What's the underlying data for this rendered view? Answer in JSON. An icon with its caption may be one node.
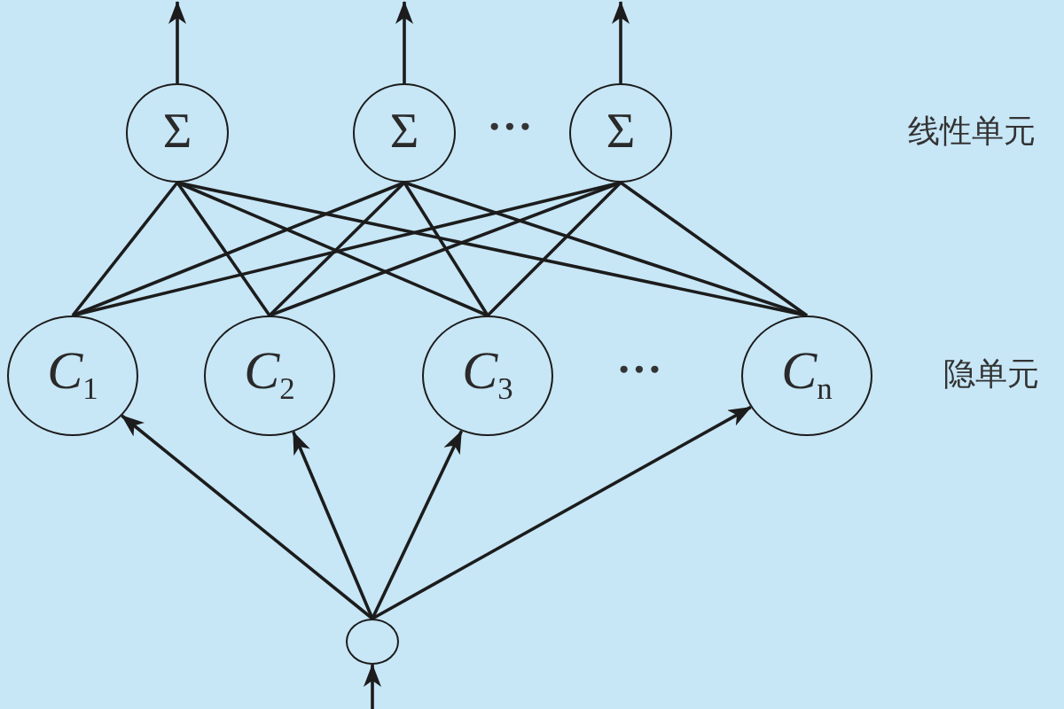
{
  "diagram": {
    "nodes": [
      {
        "text": [
          "Σ"
        ]
      },
      {
        "text": [
          "Σ"
        ]
      },
      {
        "text": [
          "Σ"
        ]
      },
      {
        "text": [
          "*C*$_{1}$"
        ]
      },
      {
        "text": [
          "*C*$_{2}$"
        ]
      },
      {
        "text": [
          "*C*$_{3}$"
        ]
      },
      {
        "text": [
          "*C*$_{n}$"
        ]
      },
      {
        "text": [],
        "shape": "circle"
      }
    ],
    "edges": [
      {
        "from": 0,
        "to": null,
        "arrow": "to"
      },
      {
        "from": 1,
        "to": null,
        "arrow": "to"
      },
      {
        "from": 2,
        "to": null,
        "arrow": "to"
      },
      {
        "from": 3,
        "to": 0,
        "arrow": "none"
      },
      {
        "from": 3,
        "to": 1,
        "arrow": "none"
      },
      {
        "from": 3,
        "to": 2,
        "arrow": "none"
      },
      {
        "from": 4,
        "to": 0,
        "arrow": "none"
      },
      {
        "from": 4,
        "to": 1,
        "arrow": "none"
      },
      {
        "from": 4,
        "to": 2,
        "arrow": "none"
      },
      {
        "from": 5,
        "to": 0,
        "arrow": "none"
      },
      {
        "from": 5,
        "to": 1,
        "arrow": "none"
      },
      {
        "from": 5,
        "to": 2,
        "arrow": "none"
      },
      {
        "from": 6,
        "to": 0,
        "arrow": "none"
      },
      {
        "from": 6,
        "to": 1,
        "arrow": "none"
      },
      {
        "from": 6,
        "to": 2,
        "arrow": "none"
      },
      {
        "from": 7,
        "to": 3,
        "arrow": "to"
      },
      {
        "from": 7,
        "to": 4,
        "arrow": "to"
      },
      {
        "from": 7,
        "to": 5,
        "arrow": "to"
      },
      {
        "from": 7,
        "to": 6,
        "arrow": "to"
      },
      {
        "from": null,
        "to": 7,
        "arrow": "to"
      }
    ],
    "labels": [
      "···",
      "线性单元",
      "···",
      "隐单元"
    ]
  }
}
